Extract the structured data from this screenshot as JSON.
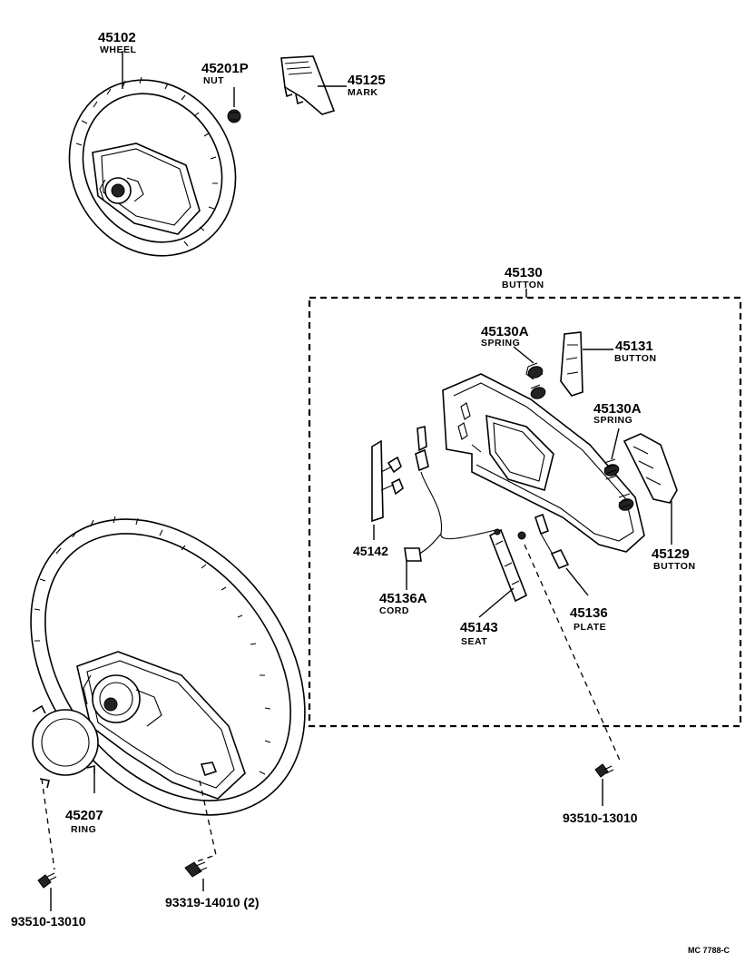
{
  "parts": {
    "p45102": {
      "number": "45102",
      "name": "WHEEL"
    },
    "p45201P": {
      "number": "45201P",
      "name": "NUT"
    },
    "p45125": {
      "number": "45125",
      "name": "MARK"
    },
    "p45130": {
      "number": "45130",
      "name": "BUTTON"
    },
    "p45130A_1": {
      "number": "45130A",
      "name": "SPRING"
    },
    "p45131": {
      "number": "45131",
      "name": "BUTTON"
    },
    "p45130A_2": {
      "number": "45130A",
      "name": "SPRING"
    },
    "p45142": {
      "number": "45142"
    },
    "p45129": {
      "number": "45129",
      "name": "BUTTON"
    },
    "p45136A": {
      "number": "45136A",
      "name": "CORD"
    },
    "p45143": {
      "number": "45143",
      "name": "SEAT"
    },
    "p45136": {
      "number": "45136",
      "name": "PLATE"
    },
    "p45207": {
      "number": "45207",
      "name": "RING"
    },
    "p93510_right": {
      "number": "93510-13010"
    },
    "p93510_left": {
      "number": "93510-13010"
    },
    "p93319": {
      "number": "93319-14010 (2)"
    }
  },
  "reference": "MC  7788-C"
}
